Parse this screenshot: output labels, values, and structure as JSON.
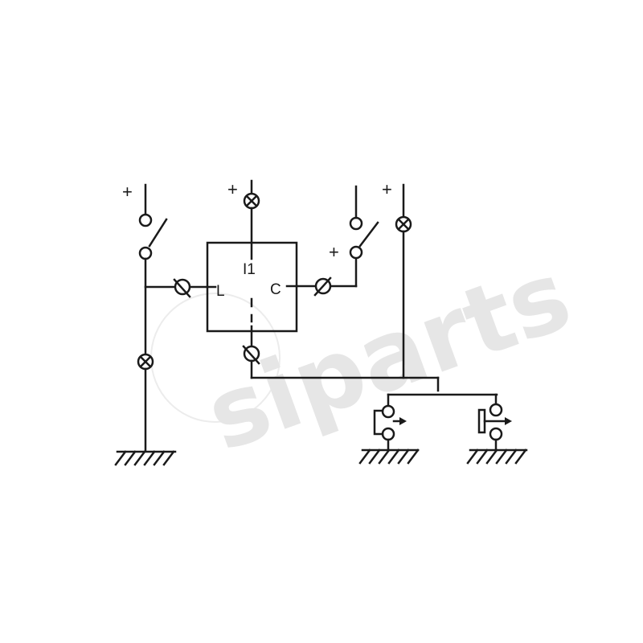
{
  "watermark": {
    "text": "siparts",
    "color": "#e6e6e6"
  },
  "labels": {
    "plus": "+",
    "box_top": "I1",
    "box_left": "L",
    "box_right": "C"
  },
  "colors": {
    "line": "#1a1a1a",
    "background": "#ffffff"
  }
}
